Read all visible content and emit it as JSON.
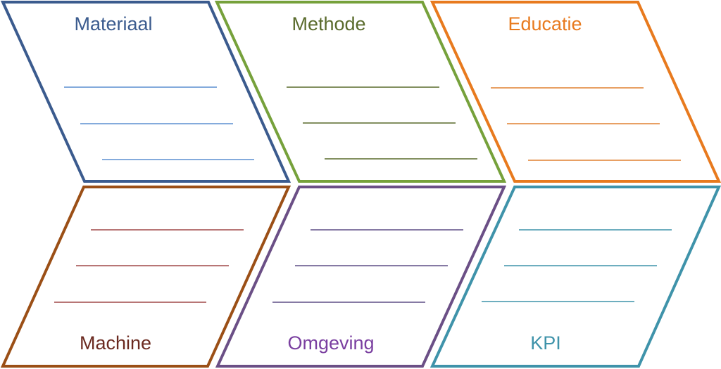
{
  "diagram": {
    "title": "",
    "categories": [
      {
        "id": "materiaal",
        "label": "Materiaal",
        "color": "#3b5b8e",
        "line_color": "#5b8fd0",
        "line_count": 3
      },
      {
        "id": "methode",
        "label": "Methode",
        "color": "#76a13b",
        "line_color": "#5a6b2c",
        "line_count": 3
      },
      {
        "id": "educatie",
        "label": "Educatie",
        "color": "#e87a1e",
        "line_color": "#e08030",
        "line_count": 3
      },
      {
        "id": "machine",
        "label": "Machine",
        "color": "#9b4f16",
        "line_color": "#a04848",
        "line_count": 3
      },
      {
        "id": "omgeving",
        "label": "Omgeving",
        "color": "#6b4f86",
        "line_color": "#5e4f86",
        "line_count": 3
      },
      {
        "id": "kpi",
        "label": "KPI",
        "color": "#3f93aa",
        "line_color": "#3f93aa",
        "line_count": 3
      }
    ]
  }
}
